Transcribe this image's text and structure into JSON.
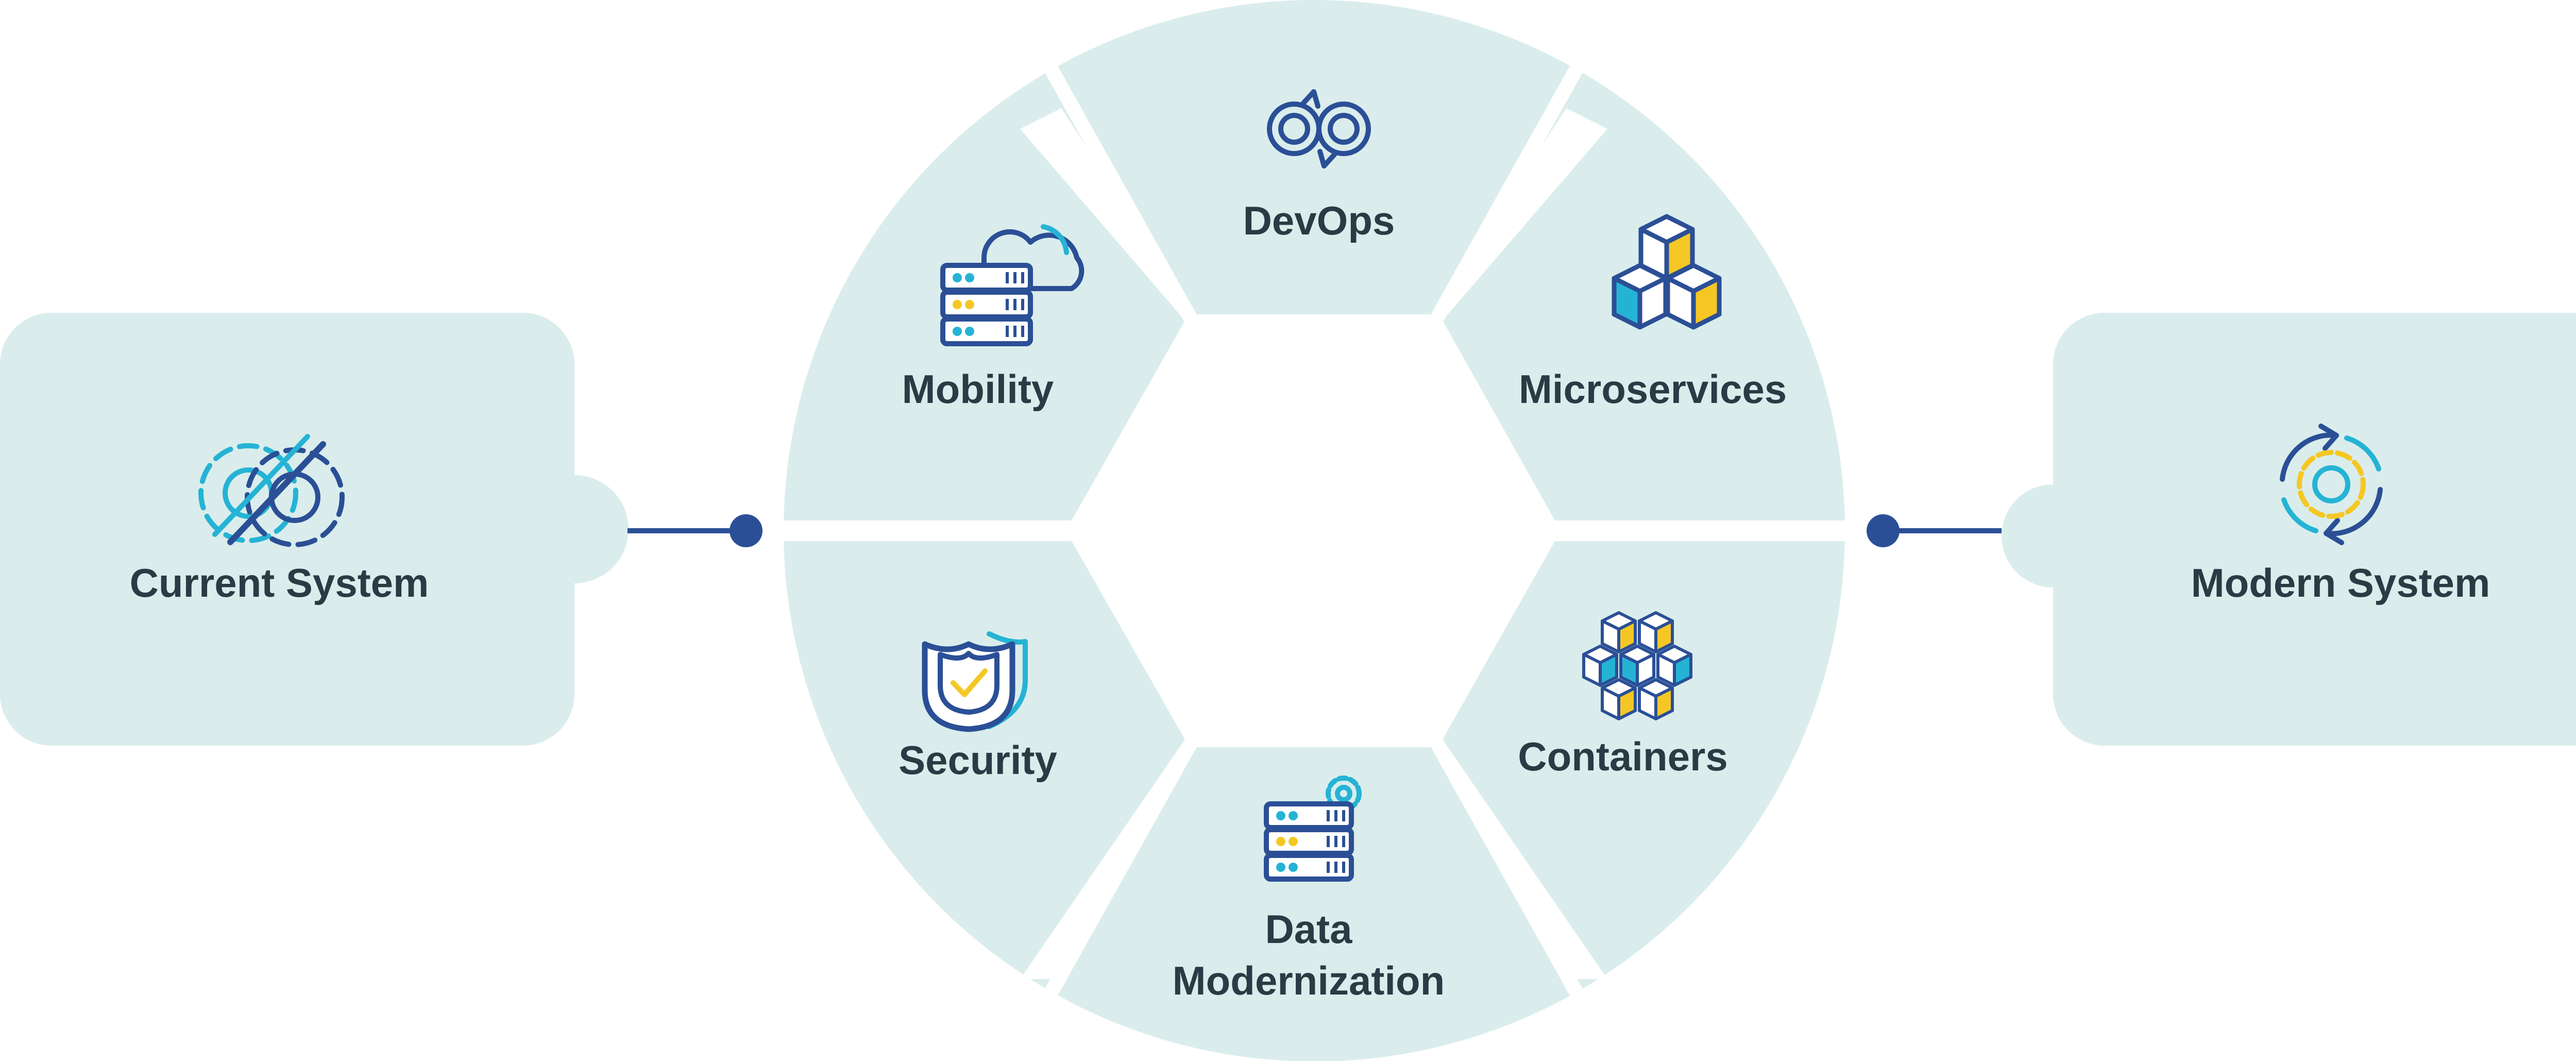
{
  "left_box": {
    "label": "Current System"
  },
  "right_box": {
    "label": "Modern System"
  },
  "segments": {
    "devops": {
      "label": "DevOps"
    },
    "mobility": {
      "label": "Mobility"
    },
    "microservices": {
      "label": "Microservices"
    },
    "security": {
      "label": "Security"
    },
    "containers": {
      "label": "Containers"
    },
    "data_modernization": {
      "line1": "Data",
      "line2": "Modernization"
    }
  },
  "colors": {
    "panel": "#daedec",
    "navy": "#2b4f96",
    "cyan": "#25b3d5",
    "yellow": "#f5c724",
    "text": "#2c3a45"
  },
  "icons": {
    "current_system": "gear-slash-icon",
    "modern_system": "gear-cycle-icon",
    "devops": "infinity-loop-icon",
    "mobility": "server-cloud-icon",
    "microservices": "cubes-icon",
    "security": "shield-check-icon",
    "containers": "cube-cluster-icon",
    "data_modernization": "server-gear-icon"
  }
}
